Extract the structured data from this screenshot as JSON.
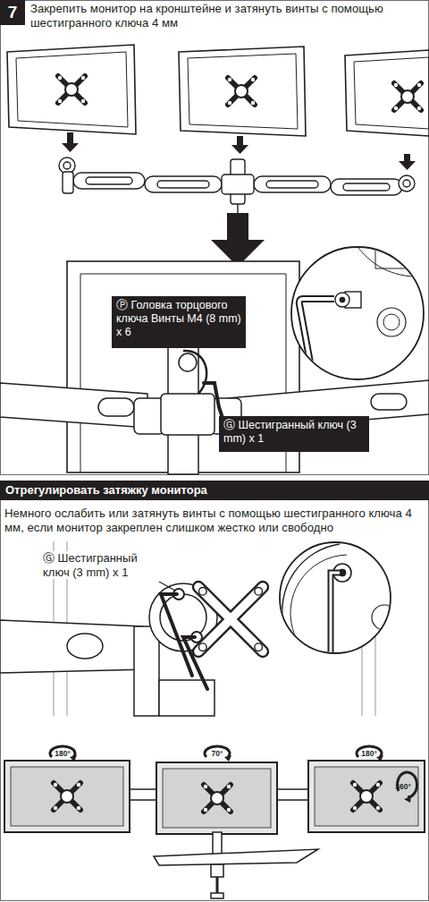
{
  "diagram": {
    "nodes": [
      {
        "text": [
          "7"
        ]
      },
      {
        "text": [
          "Ⓟ Головка торцового ключа Винты M4 (8 mm) x 6"
        ]
      },
      {
        "text": [
          "Ⓖ Шестигранный ключ (3 mm) x 1"
        ]
      },
      {
        "text": [
          "Отрегулировать затяжку монитора"
        ]
      }
    ],
    "labels": [
      "Закрепить монитор на кронштейне и затянуть винты с помощью шестигранного ключа 4 мм",
      "Немного ослабить или затянуть винты с помощью шестигранного ключа 4 мм, если монитор закреплен слишком жестко или свободно",
      "Ⓖ Шестигранный ключ (3 mm) x 1",
      "180°",
      "70°",
      "180°",
      "360°"
    ]
  }
}
